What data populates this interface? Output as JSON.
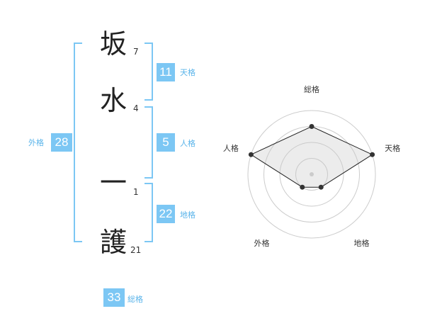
{
  "name": {
    "chars": [
      {
        "char": "坂",
        "strokes": "7"
      },
      {
        "char": "水",
        "strokes": "4"
      },
      {
        "char": "一",
        "strokes": "1"
      },
      {
        "char": "護",
        "strokes": "21"
      }
    ]
  },
  "fortunes": {
    "tenkaku": {
      "value": "11",
      "label": "天格"
    },
    "jinkaku": {
      "value": "5",
      "label": "人格"
    },
    "chikaku": {
      "value": "22",
      "label": "地格"
    },
    "gaikaku": {
      "value": "28",
      "label": "外格"
    },
    "soukaku": {
      "value": "33",
      "label": "総格"
    }
  },
  "colors": {
    "accent": "#7cc7f4",
    "label_accent": "#5ab4ea"
  },
  "chart_data": {
    "type": "radar",
    "axes": [
      "総格",
      "天格",
      "地格",
      "外格",
      "人格"
    ],
    "scale_max": 4,
    "rings": 4,
    "values": [
      3,
      4,
      1,
      1,
      4
    ],
    "grid": true
  }
}
